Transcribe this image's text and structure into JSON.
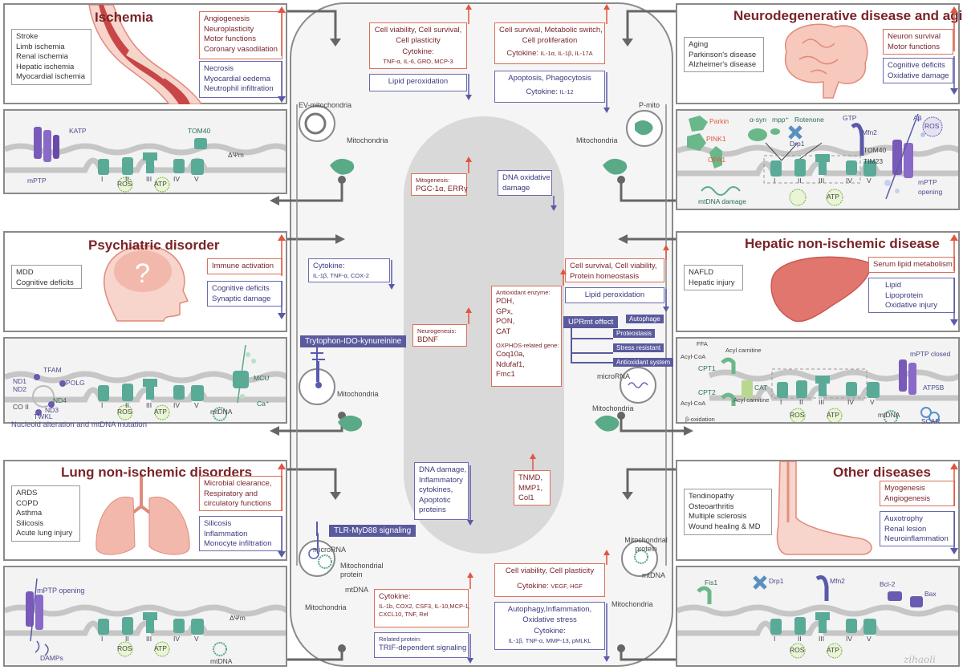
{
  "ischemia": {
    "title": "Ischemia",
    "conditions": [
      "Stroke",
      "Limb ischemia",
      "Renal ischemia",
      "Hepatic ischemia",
      "Myocardial ischemia"
    ],
    "up": [
      "Angiogenesis",
      "Neuroplasticity",
      "Motor functions",
      "Coronary vasodilation"
    ],
    "down": [
      "Necrosis",
      "Myocardial oedema",
      "Neutrophil infiltration"
    ],
    "mito_labels": {
      "katp": "KATP",
      "tom40": "TOM40",
      "mptp": "mPTP",
      "dpsi": "ΔΨm",
      "ros": "ROS",
      "atp": "ATP"
    }
  },
  "psychiatric": {
    "title": "Psychiatric disorder",
    "conditions": [
      "MDD",
      "Cognitive deficits"
    ],
    "up": [
      "Immune activation"
    ],
    "down": [
      "Cognitive deficits",
      "Synaptic damage"
    ],
    "mito_labels": {
      "tfam": "TFAM",
      "nd1": "ND1",
      "nd2": "ND2",
      "polg": "POLG",
      "nd4": "ND4",
      "co2": "CO II",
      "nd3": "ND3",
      "twkl": "TWKL",
      "mcu": "MCU",
      "ca": "Ca⁺",
      "ros": "ROS",
      "atp": "ATP",
      "mtdna": "mtDNA"
    },
    "note": "Nucleoid alteration and mtDNA mutation"
  },
  "lung": {
    "title": "Lung non-ischemic disorders",
    "conditions": [
      "ARDS",
      "COPD",
      "Asthma",
      "Silicosis",
      "Acute lung injury"
    ],
    "up": [
      "Microbial clearance,",
      "Respiratory and",
      "circulatory functions"
    ],
    "down": [
      "Silicosis",
      "Inflammation",
      "Monocyte infiltration"
    ],
    "mito_labels": {
      "mptp": "mPTP opening",
      "damps": "DAMPs",
      "dpsi": "ΔΨm",
      "ros": "ROS",
      "atp": "ATP",
      "mtdna": "mtDNA"
    }
  },
  "neuro": {
    "title": "Neurodegenerative disease and aging",
    "conditions": [
      "Aging",
      "Parkinson's disease",
      "Alzheimer's disease"
    ],
    "up": [
      "Neuron survival",
      "Motor functions"
    ],
    "down": [
      "Cognitive deficits",
      "Oxidative damage"
    ],
    "mito_labels": {
      "parkin": "Parkin",
      "pink1": "PINK1",
      "asyn": "α-syn",
      "mpp": "mpp⁺",
      "rotenone": "Rotenone",
      "drp1": "Drp1",
      "gtp": "GTP",
      "mfn2": "Mfn2",
      "ab": "Aβ",
      "ros": "ROS",
      "opa1": "OPA1",
      "tom40": "TOM40",
      "tim23": "TIM23",
      "mptp": "mPTP",
      "opening": "opening",
      "mtdna": "mtDNA damage",
      "atp": "ATP"
    }
  },
  "hepatic": {
    "title": "Hepatic non-ischemic disease",
    "conditions": [
      "NAFLD",
      "Hepatic injury"
    ],
    "up": [
      "Serum lipid metabolism"
    ],
    "down": [
      "Lipid",
      "Lipoprotein",
      "Oxidative injury"
    ],
    "mito_labels": {
      "ffa": "FFA",
      "acylcoa": "Acyl-CoA",
      "acylcarn": "Acyl carnitine",
      "cpt1": "CPT1",
      "cpt2": "CPT2",
      "cat": "CAT",
      "acylcoa2": "Acyl-CoA",
      "acylcarn2": "Acyl carnitine",
      "boxid": "β-oxidation",
      "mptp": "mPTP closed",
      "atp5b": "ATP5B",
      "ros": "ROS",
      "atp": "ATP",
      "mtdna": "mtDNA",
      "scar": "SCAR"
    }
  },
  "other": {
    "title": "Other diseases",
    "conditions": [
      "Tendinopathy",
      "Osteoarthritis",
      "Multiple sclerosis",
      "Wound healing & MD"
    ],
    "up": [
      "Myogenesis",
      "Angiogenesis"
    ],
    "down": [
      "Auxotrophy",
      "Renal lesion",
      "Neuroinflammation"
    ],
    "mito_labels": {
      "fis1": "Fis1",
      "drp1": "Drp1",
      "mfn2": "Mfn2",
      "bcl2": "Bcl-2",
      "bax": "Bax",
      "ros": "ROS",
      "atp": "ATP"
    }
  },
  "complex_labels": [
    "I",
    "II",
    "III",
    "IV",
    "V"
  ],
  "center": {
    "ev_mito": "EV-mitochondria",
    "mitochondria": "Mitochondria",
    "pmito": "P-mito",
    "microrna": "microRNA",
    "mito_protein": "Mitochondrial protein",
    "mtdna": "mtDNA",
    "ischemia_up": [
      "Cell viability, Cell survival,",
      "Cell plasticity"
    ],
    "ischemia_cytokine_label": "Cytokine:",
    "ischemia_cytokines": "TNF-α, IL-6, GRO, MCP-3",
    "ischemia_down": "Lipid peroxidation",
    "neuro_up": [
      "Cell survival, Metabolic switch,",
      "Cell proliferation"
    ],
    "neuro_cytokine_label": "Cytokine:",
    "neuro_cytokines": "IL-1α, IL-1β, IL-17A",
    "neuro_down": "Apoptosis, Phagocytosis",
    "neuro_down_cytokine_label": "Cytokine:",
    "neuro_down_cytokines": "IL-12",
    "mitogenesis_label": "Mitogenesis:",
    "mitogenesis": "PGC-1α, ERRγ",
    "dna_oxidative": [
      "DNA oxidative",
      "damage"
    ],
    "psych_cytokine_label": "Cytokine:",
    "psych_cytokines": "IL-1β, TNF-α, COX-2",
    "trypto": "Trytophon-IDO-kynureinine",
    "neurogenesis_label": "Neurogenesis:",
    "neurogenesis": "BDNF",
    "antioxidant_label": "Antioxidant enzyme:",
    "antioxidants": [
      "PDH,",
      "GPx,",
      "PON,",
      "CAT"
    ],
    "oxphos_label": "OXPHOS-related gene:",
    "oxphos": [
      "Coq10a,",
      "Ndufaf1,",
      "Fmc1"
    ],
    "hep_up": [
      "Cell survival, Cell viability,",
      "Protein homeostasis"
    ],
    "hep_down": "Lipid peroxidation",
    "upr": "UPRmt effect",
    "upr_items": [
      "Autophage",
      "Proteostasis",
      "Stress resistant",
      "Antioxidant system"
    ],
    "dna_damage": [
      "DNA damage,",
      "Inflammatory",
      "cytokines,",
      "Apoptotic",
      "proteins"
    ],
    "tnmd": [
      "TNMD,",
      "MMP1,",
      "Col1"
    ],
    "tlr": "TLR-MyD88 signaling",
    "lung_cytokine_label": "Cytokine:",
    "lung_cytokines": [
      "IL-1b, COX2, CSF3, IL-10,MCP-1,",
      "CXCL10, TNF, Rel"
    ],
    "related_label": "Related protein:",
    "related": "TRIF-dependent signaling",
    "other_up": "Cell viability, Cell plasticity",
    "other_cytokine_label": "Cytokine:",
    "other_cytokines": "VEGF, HGF",
    "other_down": [
      "Autophagy,Inflammation,",
      "Oxidative stress"
    ],
    "other_down_cytokine_label": "Cytokine:",
    "other_down_cytokines": "IL-1β, TNF-α, MMP-13, pMLKL"
  },
  "signature": "zihaoli",
  "colors": {
    "red": "#d9705a",
    "blue": "#6a6ab0",
    "green": "#5aaa88",
    "purple": "#7a6ab8",
    "gray": "#8a8a8a"
  }
}
